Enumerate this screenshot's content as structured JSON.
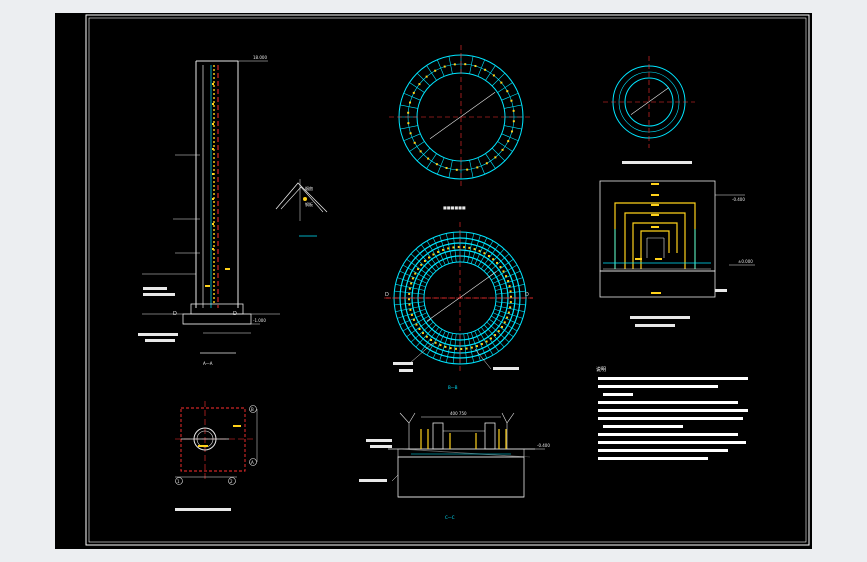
{
  "colors": {
    "background": "#000000",
    "frame": "#ffffff",
    "chimney": "#e8e8e8",
    "rebar_cyan": "#00e5ff",
    "axis_red": "#ff3030",
    "dim_yellow": "#ffd21a",
    "note_text": "#ffffff",
    "window": "#eceef1"
  },
  "labels": {
    "elev_top": "18.000",
    "elev_right": "-0.400",
    "elev_mid": "-1.000",
    "elev_right2": "±0.000",
    "elev_cc_right": "-0.400",
    "elev_section_right": "-1.000",
    "dim_top_cc": "400 750",
    "axis_1": "1",
    "axis_2": "2",
    "axis_A": "A",
    "axis_B": "B",
    "axis_D_left": "D",
    "axis_D_right": "D",
    "pipe_callout_1": "烟囱",
    "pipe_callout_2": "钢板",
    "section_b": "B—B",
    "section_c": "C—C",
    "section_a": "A—A",
    "notes_title": "说明"
  }
}
